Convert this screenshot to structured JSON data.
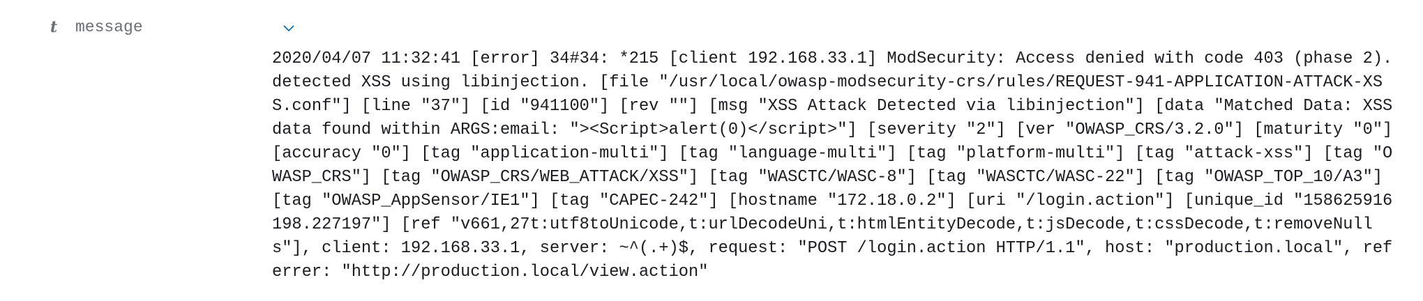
{
  "field": {
    "type_icon": "t",
    "name": "message",
    "toggle_icon": "chevron-down-icon",
    "accent_color": "#006bb4"
  },
  "message": {
    "lines": [
      "2020/04/07 11:32:41 [error] 34#34: *215 [client 192.168.33.1] ModSecurity: Access denied with code 403 (phase 2).",
      "detected XSS using libinjection. [file \"/usr/local/owasp-modsecurity-crs/rules/REQUEST-941-APPLICATION-ATTACK-XS",
      "S.conf\"] [line \"37\"] [id \"941100\"] [rev \"\"] [msg \"XSS Attack Detected via libinjection\"] [data \"Matched Data: XSS",
      "data found within ARGS:email: \"><Script>alert(0)</script>\"] [severity \"2\"] [ver \"OWASP_CRS/3.2.0\"] [maturity \"0\"]",
      "[accuracy \"0\"] [tag \"application-multi\"] [tag \"language-multi\"] [tag \"platform-multi\"] [tag \"attack-xss\"] [tag \"O",
      "WASP_CRS\"] [tag \"OWASP_CRS/WEB_ATTACK/XSS\"] [tag \"WASCTC/WASC-8\"] [tag \"WASCTC/WASC-22\"] [tag \"OWASP_TOP_10/A3\"]",
      "[tag \"OWASP_AppSensor/IE1\"] [tag \"CAPEC-242\"] [hostname \"172.18.0.2\"] [uri \"/login.action\"] [unique_id \"158625916",
      "198.227197\"] [ref \"v661,27t:utf8toUnicode,t:urlDecodeUni,t:htmlEntityDecode,t:jsDecode,t:cssDecode,t:removeNull",
      "s\"], client: 192.168.33.1, server: ~^(.+)$, request: \"POST /login.action HTTP/1.1\", host: \"production.local\", ref",
      "errer: \"http://production.local/view.action\""
    ]
  }
}
